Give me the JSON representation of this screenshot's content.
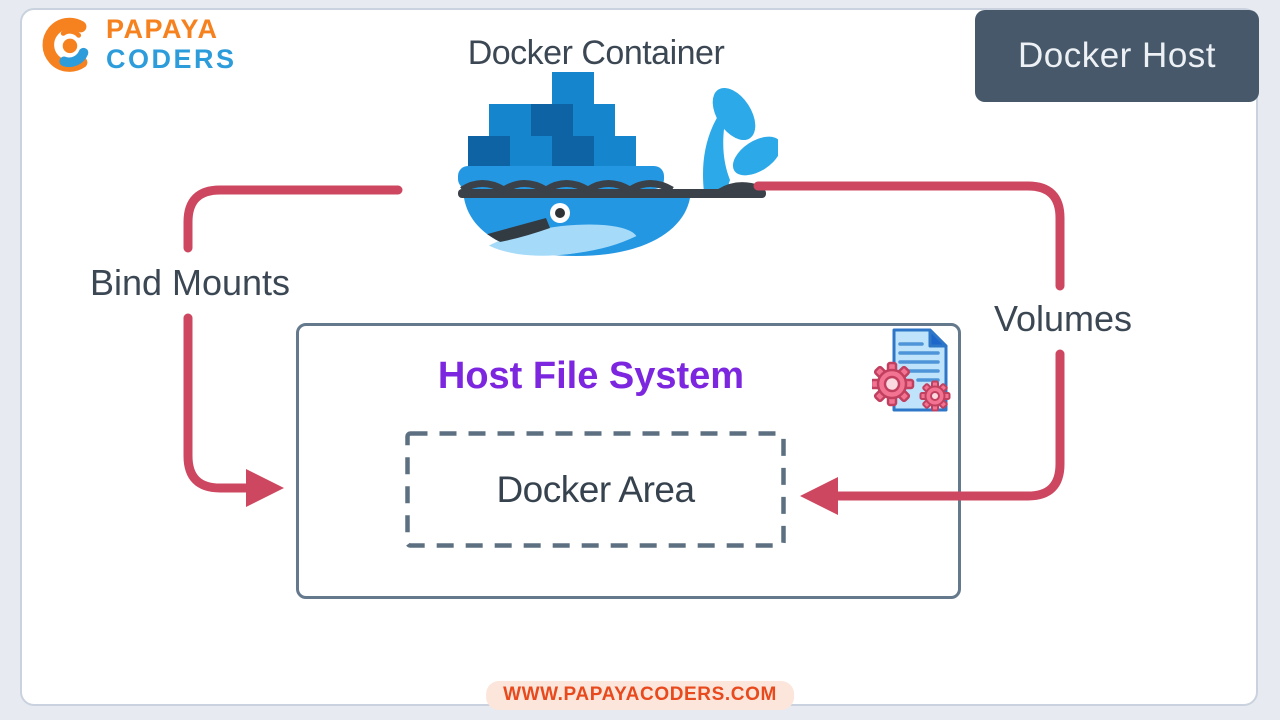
{
  "logo": {
    "word1": "PAPAYA",
    "word2": "CODERS"
  },
  "top": {
    "container_label": "Docker Container",
    "host_badge_label": "Docker Host"
  },
  "arrows": {
    "left_label": "Bind Mounts",
    "right_label": "Volumes"
  },
  "host_box": {
    "title": "Host File System",
    "docker_area_label": "Docker Area"
  },
  "footer": {
    "website": "WWW.PAPAYACODERS.COM"
  },
  "colors": {
    "arrow_red": "#CE4760",
    "label_slate": "#3C4754",
    "badge_background": "#46586A",
    "box_border": "#64798C",
    "dashed_border": "#5D7081",
    "title_purple": "#7D26DF",
    "footer_text": "#E8491D",
    "footer_background": "#FCE5DA",
    "whale_blue": "#2497E3",
    "container_blue_dark": "#0E63A5",
    "container_blue_mid": "#1586CE",
    "logo_orange": "#F6821F",
    "logo_blue": "#2D9CDB",
    "page_background": "#E7EBF1"
  },
  "icons": {
    "logo_mark": "papaya-coders-logo-icon",
    "whale": "docker-whale-icon",
    "doc_gears": "document-gears-icon"
  }
}
